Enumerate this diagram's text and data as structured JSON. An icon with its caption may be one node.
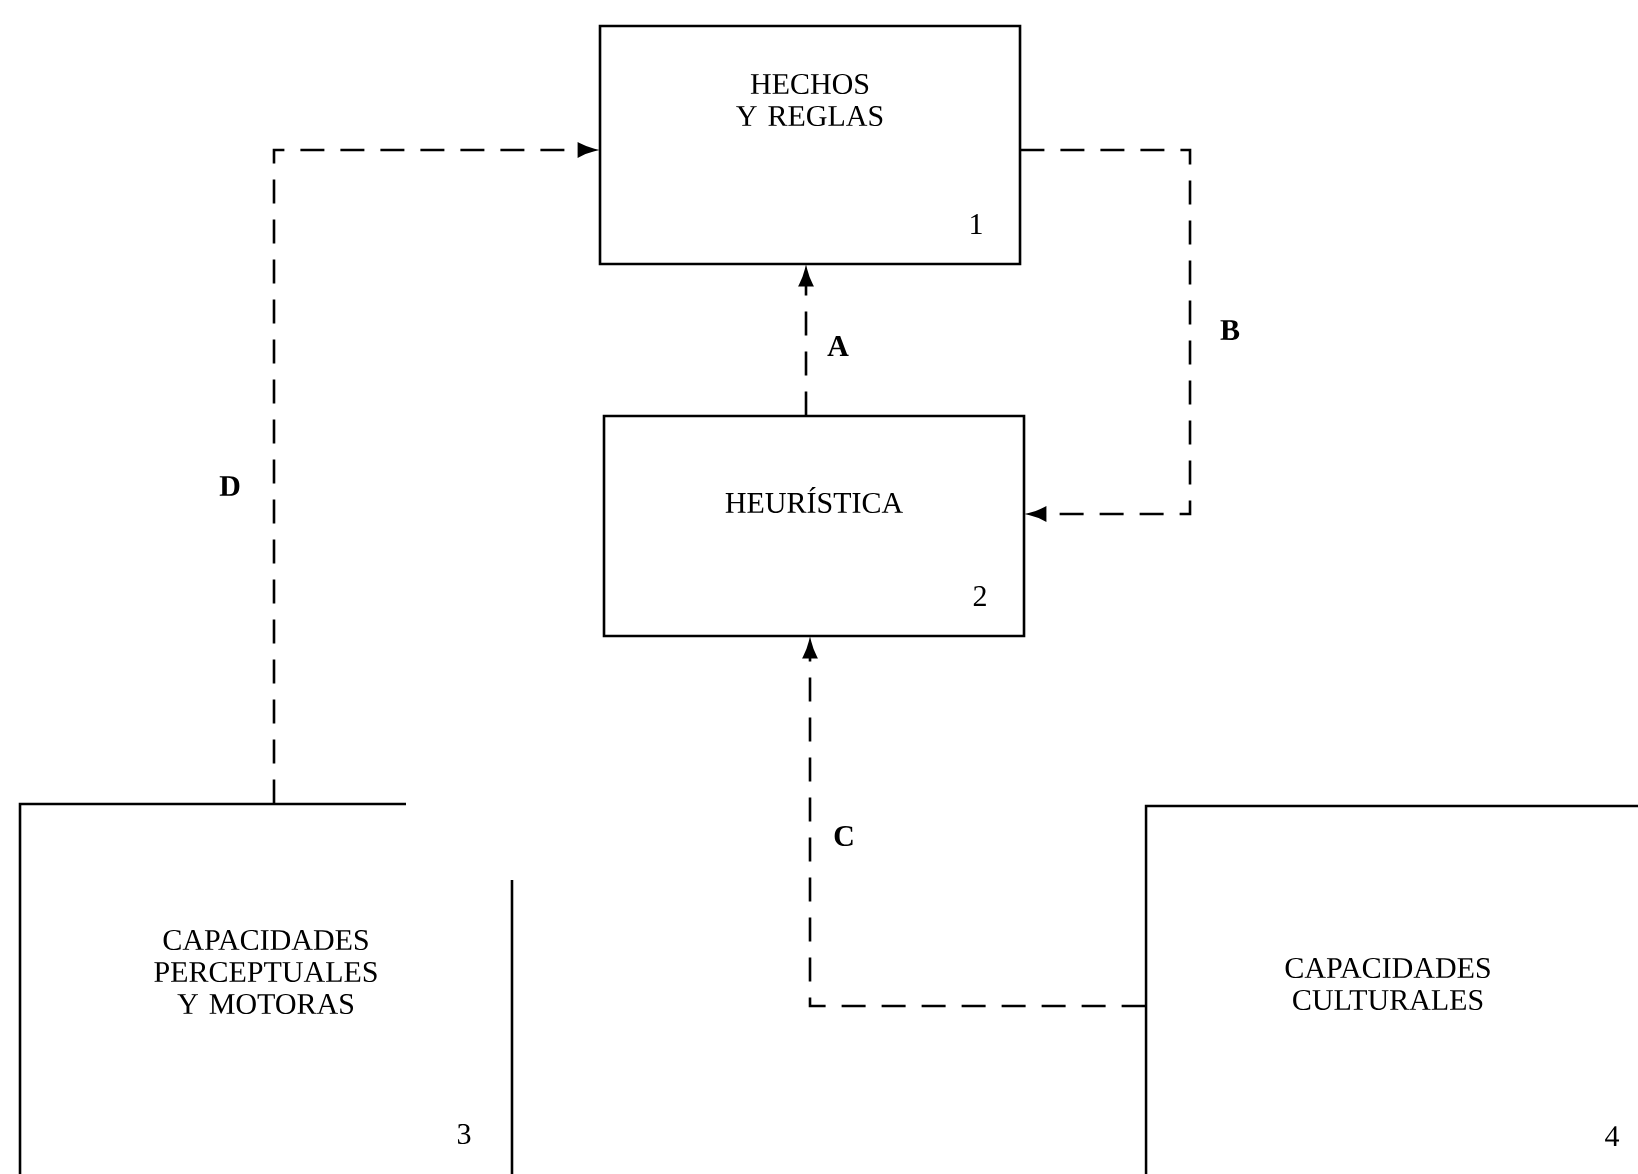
{
  "diagram": {
    "nodes": [
      {
        "text": [
          "HECHOS Y REGLAS",
          "1"
        ]
      },
      {
        "text": [
          "HEURÍSTICA",
          "2"
        ]
      },
      {
        "text": [
          "CAPACIDADES PERCEPTUALES Y MOTORAS",
          "3"
        ]
      },
      {
        "text": [
          "CAPACIDADES CULTURALES",
          "4"
        ]
      }
    ],
    "edges": [
      {
        "from": 1,
        "to": 0,
        "arrow": "to",
        "label": "A",
        "style": "dashed"
      },
      {
        "from": 0,
        "to": 1,
        "arrow": "to",
        "label": "B",
        "style": "dashed"
      },
      {
        "from": 3,
        "to": 1,
        "arrow": "to",
        "label": "C",
        "style": "dashed"
      },
      {
        "from": 2,
        "to": 0,
        "arrow": "to",
        "label": "D",
        "style": "dashed"
      }
    ]
  }
}
